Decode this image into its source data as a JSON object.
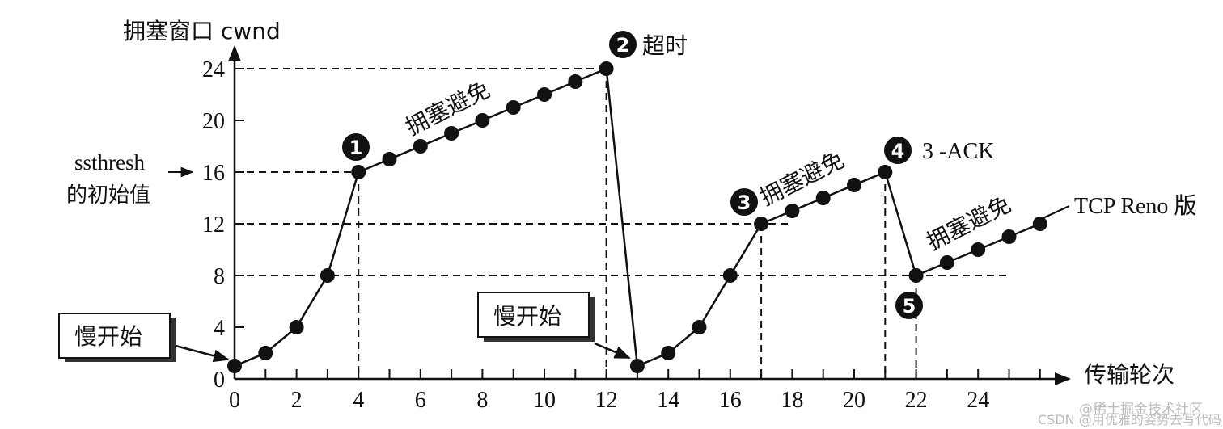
{
  "chart_data": {
    "type": "line",
    "title": "",
    "ylabel": "拥塞窗口 cwnd",
    "xlabel": "传输轮次",
    "xlim": [
      0,
      27
    ],
    "ylim": [
      0,
      25
    ],
    "x_ticks": [
      0,
      2,
      4,
      6,
      8,
      10,
      12,
      14,
      16,
      18,
      20,
      22,
      24
    ],
    "y_ticks": [
      0,
      4,
      8,
      12,
      16,
      20,
      24
    ],
    "grid": false,
    "series": [
      {
        "name": "TCP Reno 版",
        "x": [
          0,
          1,
          2,
          3,
          4,
          5,
          6,
          7,
          8,
          9,
          10,
          11,
          12,
          13,
          14,
          15,
          16,
          17,
          18,
          19,
          20,
          21,
          22,
          23,
          24,
          25,
          26
        ],
        "values": [
          1,
          2,
          4,
          8,
          16,
          17,
          18,
          19,
          20,
          21,
          22,
          23,
          24,
          1,
          2,
          4,
          8,
          12,
          13,
          14,
          15,
          16,
          8,
          9,
          10,
          11,
          12
        ]
      }
    ],
    "reference_lines": [
      {
        "axis": "y",
        "value": 24,
        "from_x": 0,
        "to_x": 12
      },
      {
        "axis": "y",
        "value": 16,
        "from_x": 0,
        "to_x": 4
      },
      {
        "axis": "y",
        "value": 12,
        "from_x": 0,
        "to_x": 18
      },
      {
        "axis": "y",
        "value": 8,
        "from_x": 0,
        "to_x": 25
      },
      {
        "axis": "x",
        "value": 4
      },
      {
        "axis": "x",
        "value": 12
      },
      {
        "axis": "x",
        "value": 17
      },
      {
        "axis": "x",
        "value": 21
      },
      {
        "axis": "x",
        "value": 22
      }
    ],
    "annotations": [
      {
        "marker": "1",
        "text": "",
        "at": [
          4,
          16
        ]
      },
      {
        "marker": "2",
        "text": "超时",
        "at": [
          12,
          24
        ]
      },
      {
        "marker": "3",
        "text": "拥塞避免",
        "at": [
          17,
          12
        ]
      },
      {
        "marker": "4",
        "text": "3 -ACK",
        "at": [
          21,
          16
        ]
      },
      {
        "marker": "5",
        "text": "",
        "at": [
          22,
          8
        ]
      },
      {
        "text": "拥塞避免",
        "region": "x 5-12"
      },
      {
        "text": "拥塞避免",
        "region": "x 22-26"
      },
      {
        "text": "慢开始",
        "boxed": true,
        "points_to": [
          0,
          1
        ]
      },
      {
        "text": "慢开始",
        "boxed": true,
        "points_to": [
          13,
          1
        ]
      },
      {
        "text": "ssthresh 的初始值",
        "points_to_y": 16
      },
      {
        "text": "TCP Reno 版",
        "at_end_of_series": true
      }
    ]
  },
  "labels": {
    "y_axis_title": "拥塞窗口  cwnd",
    "x_axis_title": "传输轮次",
    "ssthresh_line1": "ssthresh",
    "ssthresh_line2": "的初始值",
    "slow_start": "慢开始",
    "congestion_avoidance": "拥塞避免",
    "timeout": "超时",
    "three_ack": "3 -ACK",
    "reno": "TCP Reno 版",
    "markers": [
      "1",
      "2",
      "3",
      "4",
      "5"
    ]
  },
  "watermark": {
    "line1": "@稀土掘金技术社区",
    "line2": "CSDN @用优雅的姿势去写代码"
  }
}
